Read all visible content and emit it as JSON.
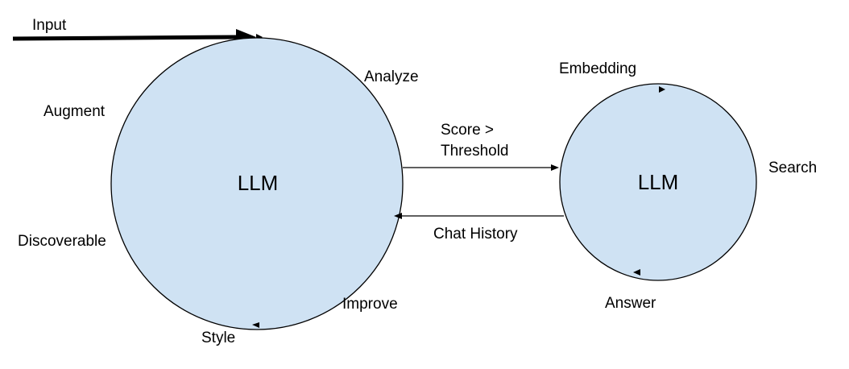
{
  "colors": {
    "node_fill": "#cfe2f3",
    "stroke": "#000000",
    "background": "#ffffff"
  },
  "input": {
    "label": "Input"
  },
  "left_node": {
    "label": "LLM",
    "cycle_labels": {
      "analyze": "Analyze",
      "augment": "Augment",
      "discoverable": "Discoverable",
      "improve": "Improve",
      "style": "Style"
    }
  },
  "right_node": {
    "label": "LLM",
    "cycle_labels": {
      "embedding": "Embedding",
      "search": "Search",
      "answer": "Answer"
    }
  },
  "edges": {
    "forward": {
      "line1": "Score >",
      "line2": "Threshold"
    },
    "backward": {
      "label": "Chat History"
    }
  }
}
